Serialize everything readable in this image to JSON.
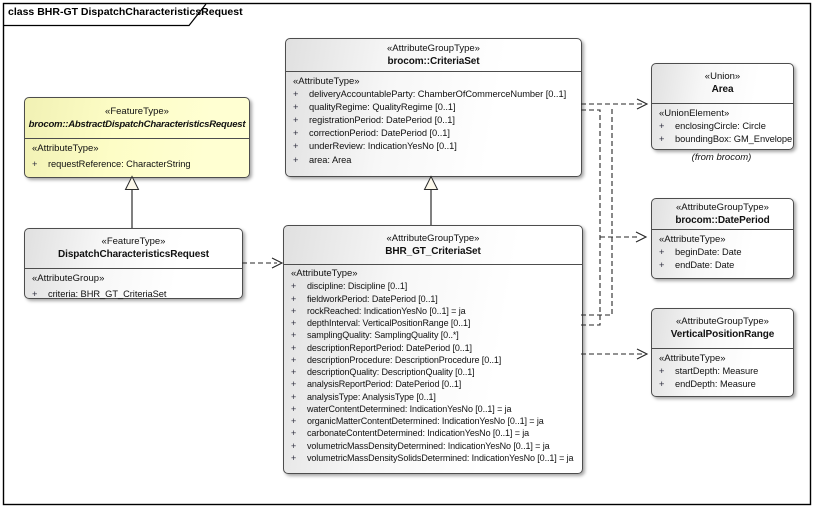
{
  "diagram": {
    "title": "class BHR-GT DispatchCharacteristicsRequest"
  },
  "plus": "+",
  "colors": {
    "abstract_class_fill": "#ffffcc",
    "class_fill": "#e8e8e8",
    "border": "#4d4d4d",
    "connector": "#262626"
  },
  "boxes": {
    "abstract": {
      "stereotype": "«FeatureType»",
      "name": "brocom::AbstractDispatchCharacteristicsRequest",
      "section_stereotype": "«AttributeType»",
      "attrs": [
        "requestReference: CharacterString"
      ]
    },
    "dispatch": {
      "stereotype": "«FeatureType»",
      "name": "DispatchCharacteristicsRequest",
      "section_stereotype": "«AttributeGroup»",
      "attrs": [
        "criteria: BHR_GT_CriteriaSet"
      ]
    },
    "criteriaset": {
      "stereotype": "«AttributeGroupType»",
      "name": "brocom::CriteriaSet",
      "section_stereotype": "«AttributeType»",
      "attrs": [
        "deliveryAccountableParty: ChamberOfCommerceNumber [0..1]",
        "qualityRegime: QualityRegime [0..1]",
        "registrationPeriod: DatePeriod [0..1]",
        "correctionPeriod: DatePeriod [0..1]",
        "underReview: IndicationYesNo [0..1]",
        "area: Area"
      ]
    },
    "bhr_criteriaset": {
      "stereotype": "«AttributeGroupType»",
      "name": "BHR_GT_CriteriaSet",
      "section_stereotype": "«AttributeType»",
      "attrs": [
        "discipline: Discipline [0..1]",
        "fieldworkPeriod: DatePeriod [0..1]",
        "rockReached: IndicationYesNo [0..1] = ja",
        "depthInterval: VerticalPositionRange [0..1]",
        "samplingQuality: SamplingQuality [0..*]",
        "descriptionReportPeriod: DatePeriod [0..1]",
        "descriptionProcedure: DescriptionProcedure [0..1]",
        "descriptionQuality: DescriptionQuality [0..1]",
        "analysisReportPeriod: DatePeriod [0..1]",
        "analysisType: AnalysisType [0..1]",
        "waterContentDetermined: IndicationYesNo [0..1] = ja",
        "organicMatterContentDetermined: IndicationYesNo [0..1] = ja",
        "carbonateContentDetermined: IndicationYesNo [0..1] = ja",
        "volumetricMassDensityDetermined: IndicationYesNo [0..1] = ja",
        "volumetricMassDensitySolidsDetermined: IndicationYesNo [0..1] = ja"
      ]
    },
    "area": {
      "stereotype": "«Union»",
      "name": "Area",
      "section_stereotype": "«UnionElement»",
      "attrs": [
        "enclosingCircle: Circle",
        "boundingBox: GM_Envelope"
      ],
      "note": "(from brocom)"
    },
    "dateperiod": {
      "stereotype": "«AttributeGroupType»",
      "name": "brocom::DatePeriod",
      "section_stereotype": "«AttributeType»",
      "attrs": [
        "beginDate: Date",
        "endDate: Date"
      ]
    },
    "vrange": {
      "stereotype": "«AttributeGroupType»",
      "name": "VerticalPositionRange",
      "section_stereotype": "«AttributeType»",
      "attrs": [
        "startDepth: Measure",
        "endDepth: Measure"
      ]
    }
  }
}
